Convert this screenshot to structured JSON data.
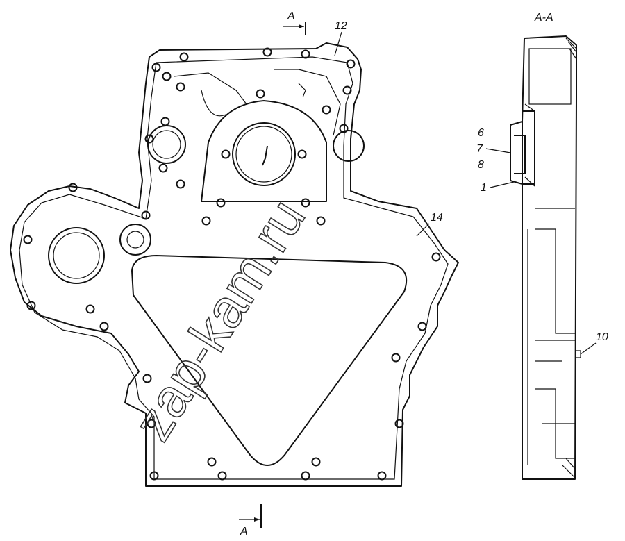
{
  "section_markers": {
    "top": "A",
    "bottom": "A"
  },
  "section_view_title": "A-A",
  "callouts": {
    "c12": "12",
    "c14": "14",
    "c6": "6",
    "c7": "7",
    "c8": "8",
    "c1": "1",
    "c10": "10"
  },
  "watermark": "zap-kam.ru"
}
